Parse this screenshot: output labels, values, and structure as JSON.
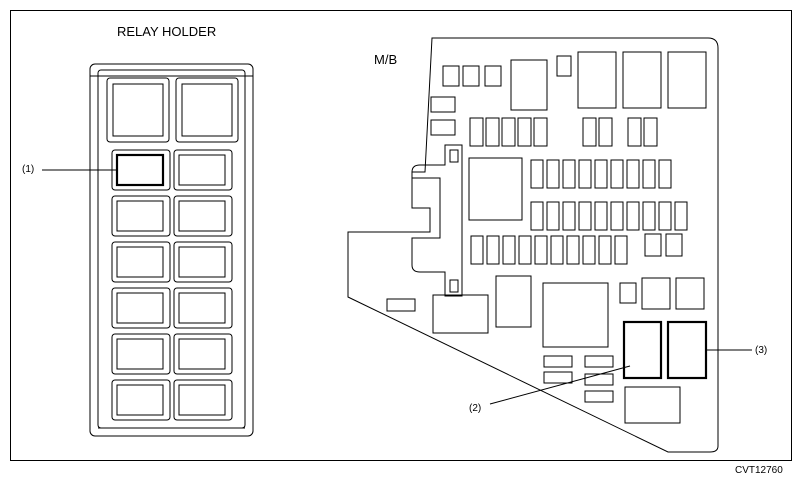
{
  "relay_holder": {
    "title": "RELAY HOLDER",
    "callout": "(1)"
  },
  "main_box": {
    "title": "M/B",
    "callout_2": "(2)",
    "callout_3": "(3)"
  },
  "figure_code": "CVT12760"
}
